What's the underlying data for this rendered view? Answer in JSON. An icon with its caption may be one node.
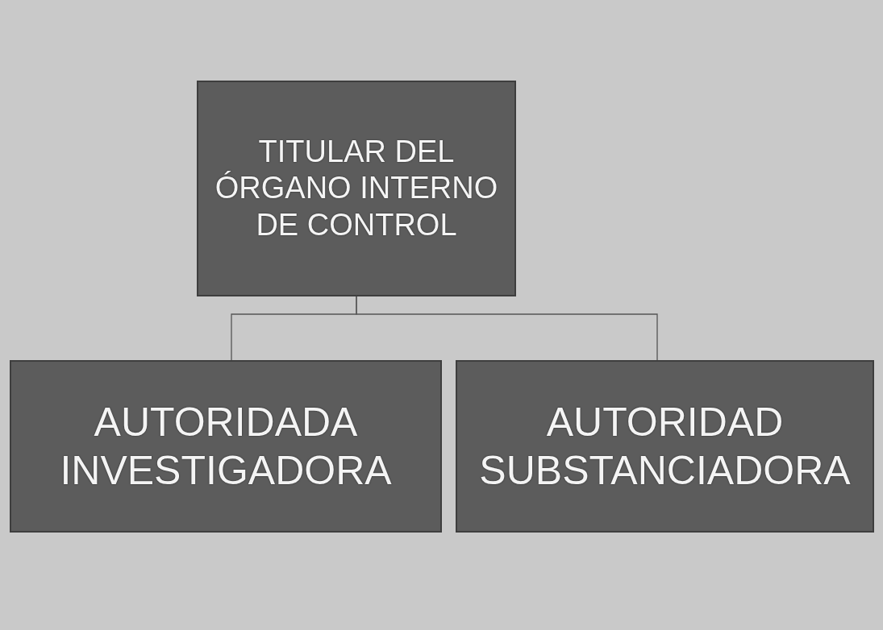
{
  "diagram": {
    "nodes": [
      {
        "text": [
          "TITULAR DEL ÓRGANO INTERNO DE CONTROL"
        ]
      },
      {
        "text": [
          "AUTORIDADA INVESTIGADORA"
        ]
      },
      {
        "text": [
          "AUTORIDAD SUBSTANCIADORA"
        ]
      }
    ],
    "edges": [
      {
        "from": 0,
        "to": 1,
        "arrow": "none"
      },
      {
        "from": 0,
        "to": 2,
        "arrow": "none"
      }
    ]
  }
}
